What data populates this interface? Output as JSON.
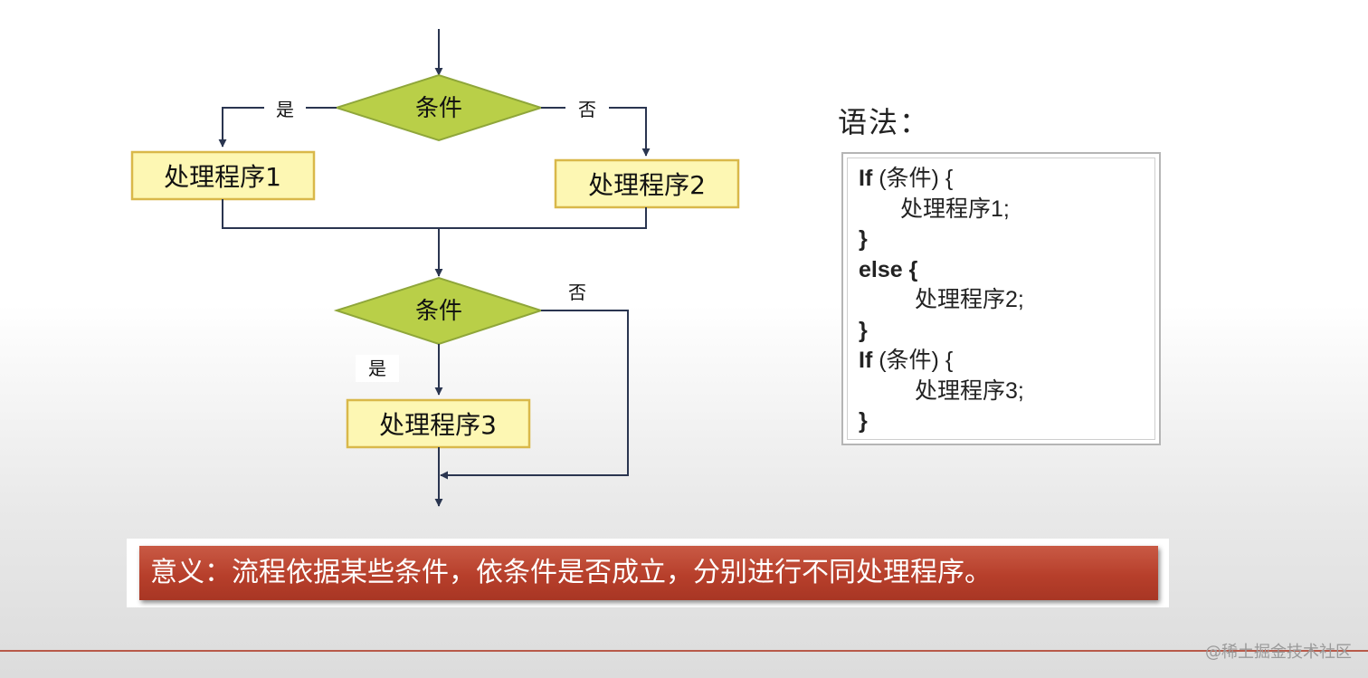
{
  "flowchart": {
    "decision1": "条件",
    "decision2": "条件",
    "yes1": "是",
    "no1": "否",
    "no2": "否",
    "yes2": "是",
    "process1": "处理程序1",
    "process2": "处理程序2",
    "process3": "处理程序3",
    "colors": {
      "diamond_fill": "#b9cf48",
      "diamond_stroke": "#8fa63a",
      "box_fill": "#fdf7b3",
      "box_stroke": "#d9b84a",
      "line": "#2a3550"
    }
  },
  "syntax": {
    "title": "语法：",
    "lines": [
      {
        "kw": "If",
        "rest": " (条件) {"
      },
      {
        "kw": "",
        "rest": "处理程序1;"
      },
      {
        "kw": "}",
        "rest": ""
      },
      {
        "kw": "else {",
        "rest": ""
      },
      {
        "kw": "",
        "rest": "处理程序2;"
      },
      {
        "kw": "}",
        "rest": ""
      },
      {
        "kw": "If",
        "rest": " (条件) {"
      },
      {
        "kw": "",
        "rest": "处理程序3;"
      },
      {
        "kw": "}",
        "rest": ""
      }
    ]
  },
  "meaning": "意义：流程依据某些条件，依条件是否成立，分别进行不同处理程序。",
  "watermark": "@稀土掘金技术社区"
}
